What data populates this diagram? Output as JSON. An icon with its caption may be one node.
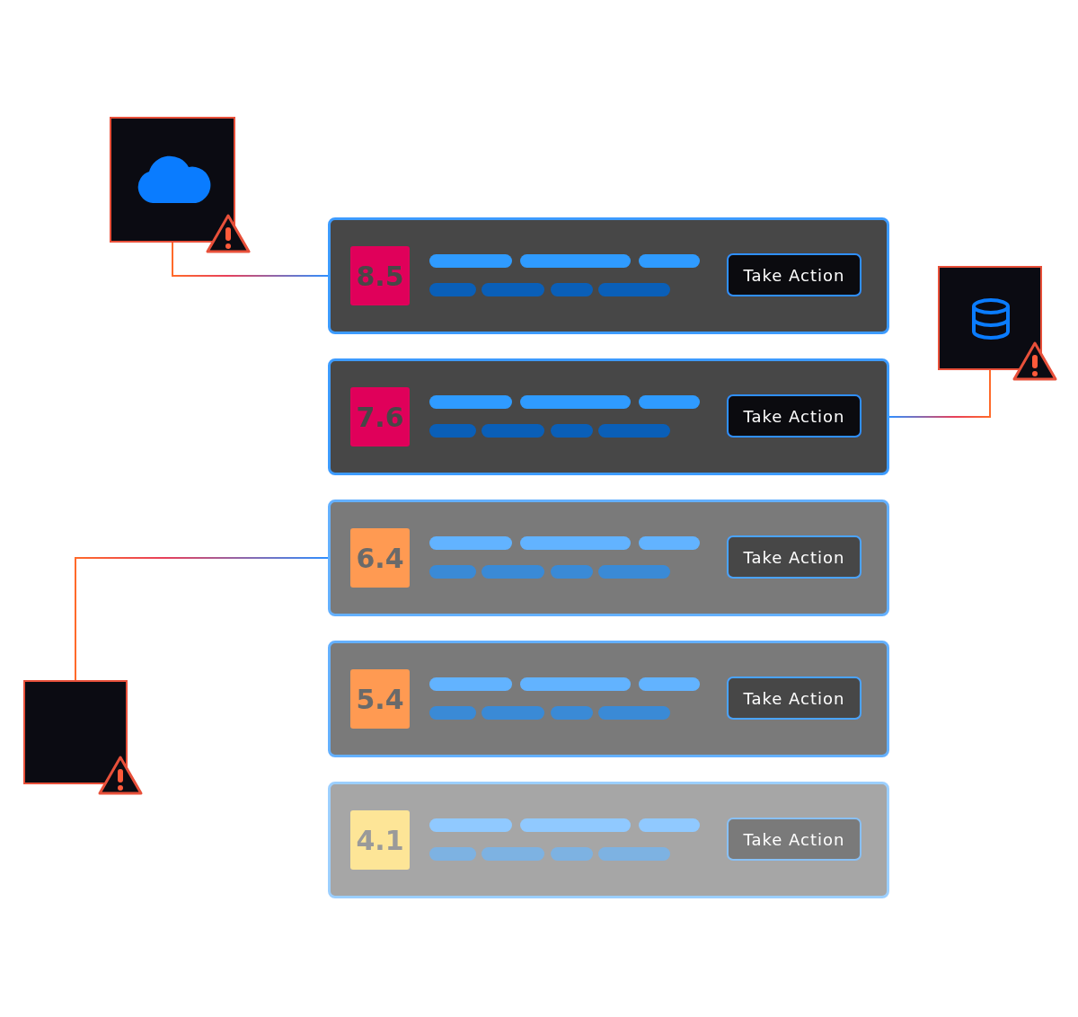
{
  "diagram": {
    "nodes": [
      {
        "text": [],
        "shape": "picture"
      },
      {
        "text": [
          "8.5",
          "Take Action"
        ]
      },
      {
        "text": [],
        "shape": "picture"
      },
      {
        "text": [
          "7.6",
          "Take Action"
        ]
      },
      {
        "text": [],
        "shape": "box"
      },
      {
        "text": [
          "6.4",
          "Take Action"
        ]
      },
      {
        "text": [
          "5.4",
          "Take Action"
        ]
      },
      {
        "text": [
          "4.1",
          "Take Action"
        ]
      }
    ],
    "edges": [
      {
        "from": 0,
        "to": 1,
        "arrow": "none"
      },
      {
        "from": 2,
        "to": 3,
        "arrow": "none"
      },
      {
        "from": 4,
        "to": 5,
        "arrow": "none"
      }
    ]
  }
}
